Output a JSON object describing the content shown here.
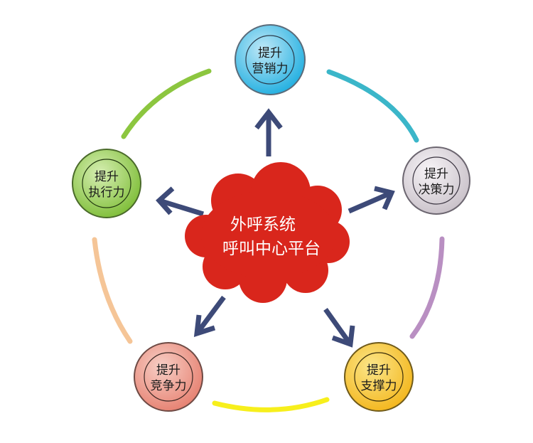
{
  "center": {
    "line1": "外呼系统",
    "line2": "呼叫中心平台",
    "color": "#d9261c"
  },
  "nodes": [
    {
      "id": "marketing",
      "line1": "提升",
      "line2": "营销力",
      "fill": "#1eaee0",
      "inner": "#bfe8f7"
    },
    {
      "id": "decision",
      "line1": "提升",
      "line2": "决策力",
      "fill": "#c8c0c8",
      "inner": "#f1eef1"
    },
    {
      "id": "support",
      "line1": "提升",
      "line2": "支撑力",
      "fill": "#f3c21a",
      "inner": "#fbe68a"
    },
    {
      "id": "compete",
      "line1": "提升",
      "line2": "竞争力",
      "fill": "#ec8c7c",
      "inner": "#f6c3b8"
    },
    {
      "id": "execute",
      "line1": "提升",
      "line2": "执行力",
      "fill": "#86c440",
      "inner": "#cde9a6"
    }
  ],
  "ring_colors": {
    "marketing_to_decision": "#3bb6c9",
    "decision_to_support": "#b98fc2",
    "support_to_compete": "#f7ef1c",
    "compete_to_execute": "#f5c597",
    "execute_to_marketing": "#8cc63f"
  },
  "arrow_color": "#3d4a78"
}
